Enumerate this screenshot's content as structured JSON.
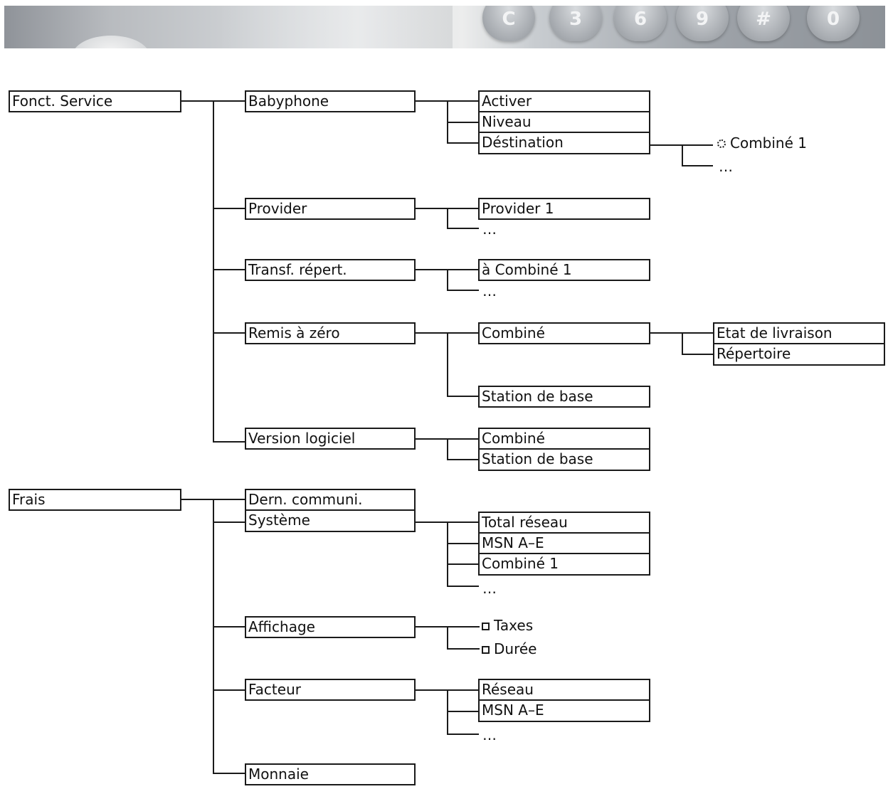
{
  "banner": {
    "keys": [
      "C",
      "3",
      "6",
      "9",
      "#",
      "0"
    ]
  },
  "menu": {
    "fonct_service": {
      "label": "Fonct. Service",
      "babyphone": {
        "label": "Babyphone",
        "items": [
          "Activer",
          "Niveau",
          "Déstination"
        ],
        "destination_options": [
          "Combiné 1",
          "…"
        ]
      },
      "provider": {
        "label": "Provider",
        "items": [
          "Provider 1",
          "…"
        ]
      },
      "transf_repert": {
        "label": "Transf. répert.",
        "items": [
          "à Combiné 1",
          "…"
        ]
      },
      "remis_a_zero": {
        "label": "Remis à zéro",
        "combine": "Combiné",
        "combine_items": [
          "Etat de livraison",
          "Répertoire"
        ],
        "station": "Station de base"
      },
      "version_logiciel": {
        "label": "Version logiciel",
        "items": [
          "Combiné",
          "Station de base"
        ]
      }
    },
    "frais": {
      "label": "Frais",
      "dern_communi": "Dern. communi.",
      "systeme": {
        "label": "Système",
        "items": [
          "Total réseau",
          "MSN A–E",
          "Combiné 1",
          "…"
        ]
      },
      "affichage": {
        "label": "Affichage",
        "options": [
          "Taxes",
          "Durée"
        ]
      },
      "facteur": {
        "label": "Facteur",
        "items": [
          "Réseau",
          "MSN A–E",
          "…"
        ]
      },
      "monnaie": "Monnaie"
    }
  }
}
